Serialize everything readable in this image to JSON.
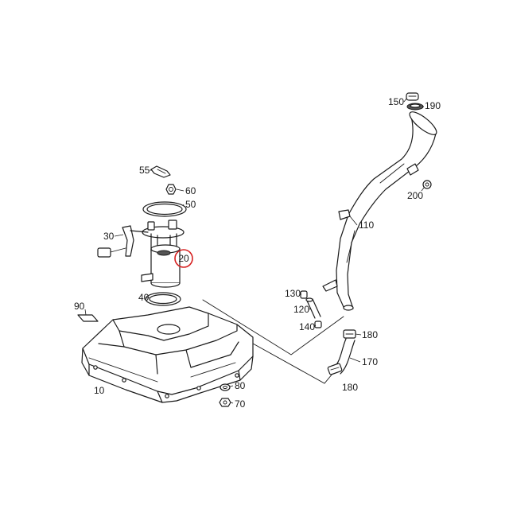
{
  "colors": {
    "background": "#ffffff",
    "line": "#1a1a1a",
    "highlight": "#d62020"
  },
  "callouts": [
    "150",
    "190",
    "55",
    "60",
    "50",
    "200",
    "30",
    "110",
    "40",
    "130",
    "120",
    "90",
    "140",
    "180",
    "170",
    "180",
    "10",
    "80",
    "70"
  ],
  "highlighted_callout": {
    "number": "20",
    "ring_color": "#d62020"
  }
}
